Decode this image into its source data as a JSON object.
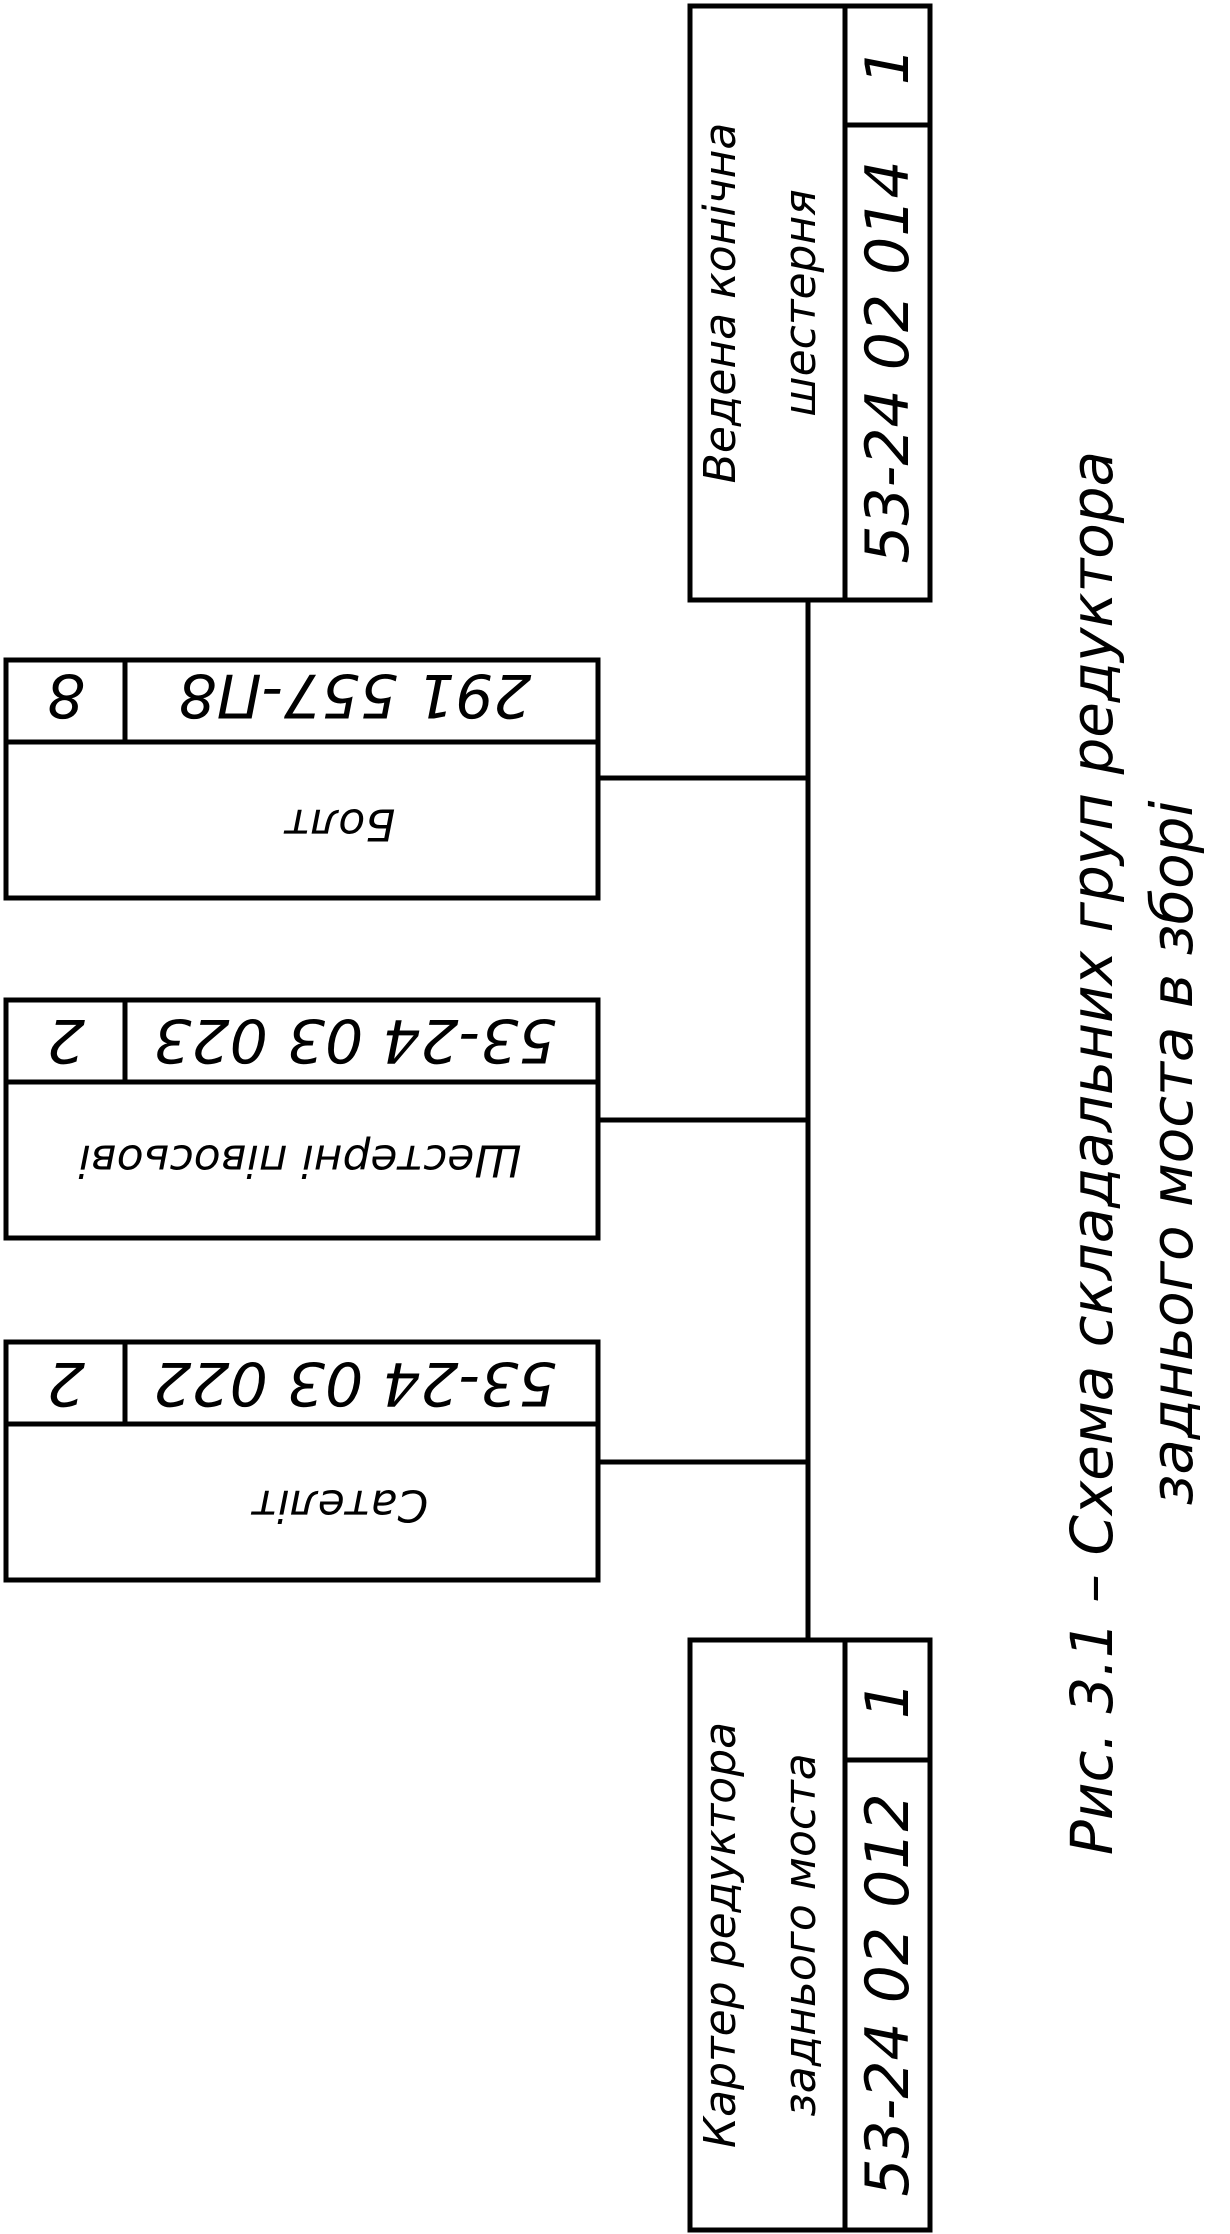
{
  "diagram": {
    "main_parts": {
      "top": {
        "name_line1": "Ведена конічна",
        "name_line2": "шестерня",
        "code": "53-24 02 014",
        "qty": "1"
      },
      "bottom": {
        "name_line1": "Картер редуктора",
        "name_line2": "заднього моста",
        "code": "53-24 02 012",
        "qty": "1"
      }
    },
    "branches": [
      {
        "name": "Болт",
        "code": "291 557-П8",
        "qty": "8"
      },
      {
        "name": "Шестерні півосьові",
        "code": "53-24 03 023",
        "qty": "2"
      },
      {
        "name": "Сателіт",
        "code": "53-24 03 022",
        "qty": "2"
      }
    ],
    "caption": {
      "line1": "Рис. 3.1 – Схема складальних груп редуктора",
      "line2": "заднього моста в зборі"
    }
  }
}
